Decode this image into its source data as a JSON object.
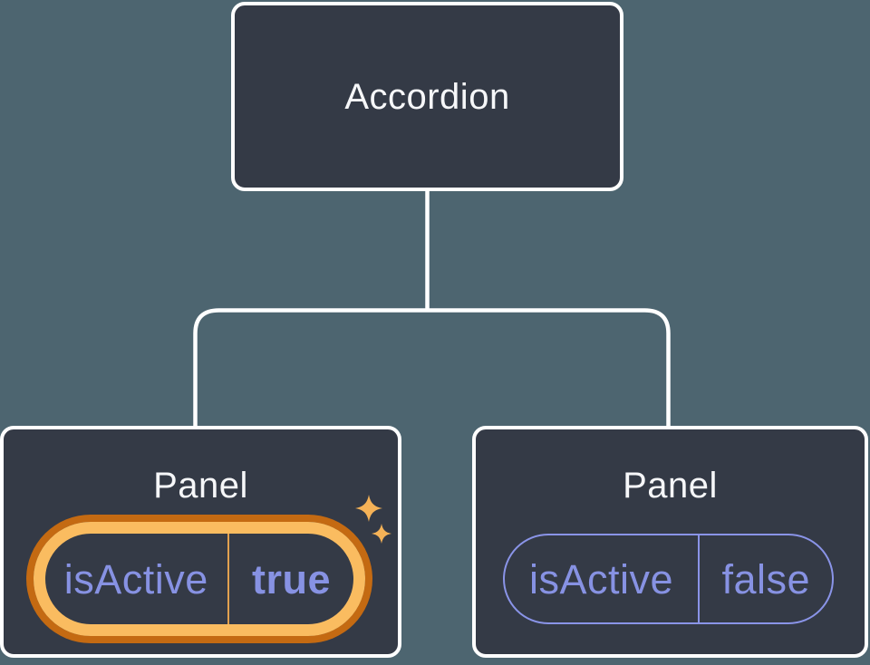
{
  "colors": {
    "background": "#4D6570",
    "node_fill": "#343A46",
    "node_border": "#FFFFFF",
    "node_text": "#F6F7F9",
    "state_text": "#8792E3",
    "state_border": "#8A94E8",
    "highlight_ring_outer": "#C46A12",
    "highlight_ring_inner": "#FABC60",
    "highlight_divider": "#E2A14F",
    "sparkle": "#F5B257"
  },
  "diagram": {
    "root": {
      "label": "Accordion"
    },
    "panels": [
      {
        "title": "Panel",
        "state_key": "isActive",
        "state_value": "true",
        "highlighted": true
      },
      {
        "title": "Panel",
        "state_key": "isActive",
        "state_value": "false",
        "highlighted": false
      }
    ]
  }
}
